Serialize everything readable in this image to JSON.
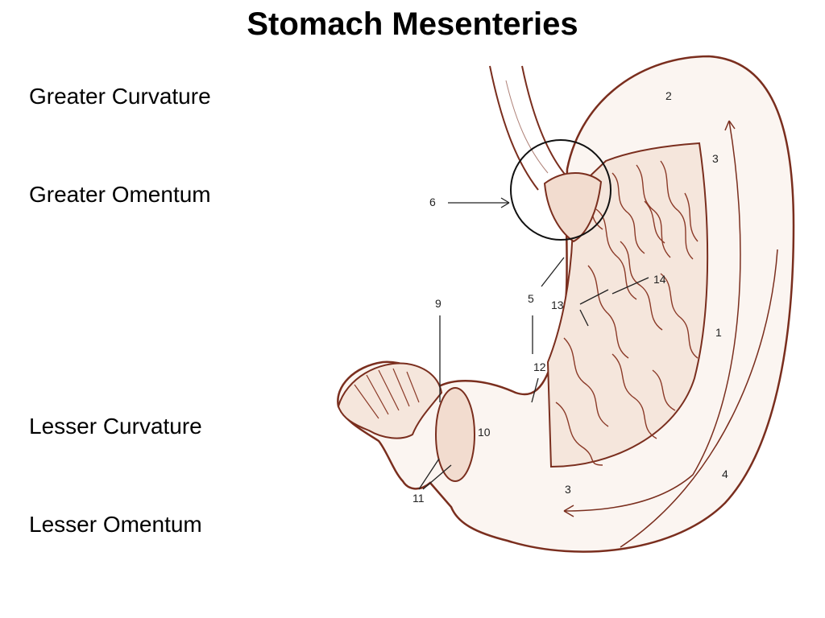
{
  "title": "Stomach Mesenteries",
  "terms": [
    "Greater Curvature",
    "Greater Omentum",
    "Lesser Curvature",
    "Lesser Omentum"
  ],
  "figure": {
    "labels": {
      "n1": "1",
      "n2": "2",
      "n3a": "3",
      "n3b": "3",
      "n4": "4",
      "n5": "5",
      "n6": "6",
      "n9": "9",
      "n10": "10",
      "n11": "11",
      "n12": "12",
      "n13": "13",
      "n14": "14"
    },
    "stroke_color": "#7a2e1e",
    "fill_color": "#fbf5f1"
  }
}
